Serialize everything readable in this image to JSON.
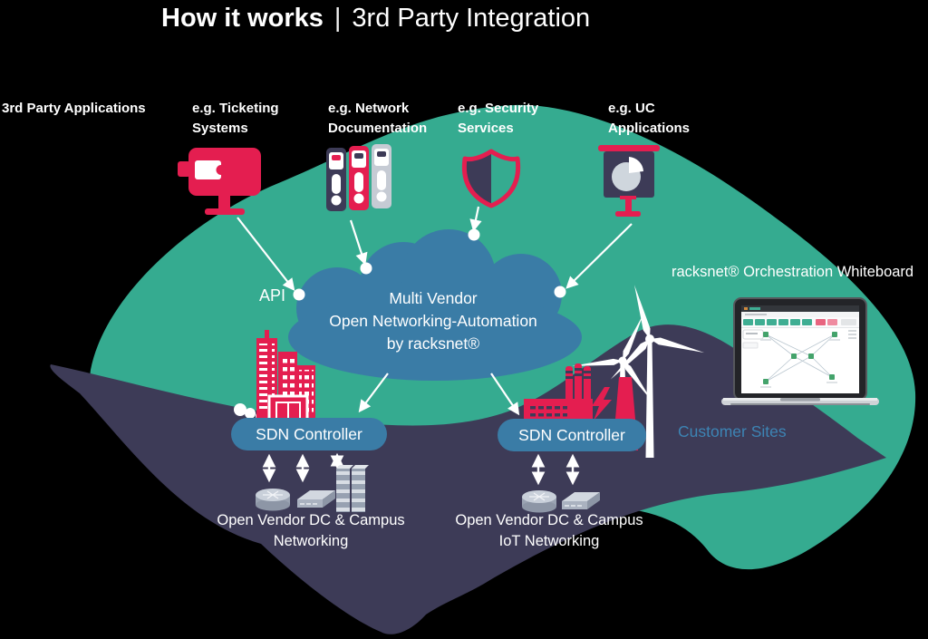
{
  "title": {
    "main": "How it works",
    "separator": "|",
    "sub": "3rd Party Integration"
  },
  "labels": {
    "third_party_apps": "3rd Party Applications",
    "ticketing": {
      "line1": "e.g. Ticketing",
      "line2": "Systems"
    },
    "network_doc": {
      "line1": "e.g. Network",
      "line2": "Documentation"
    },
    "security": {
      "line1": "e.g. Security",
      "line2": "Services"
    },
    "uc": {
      "line1": "e.g. UC",
      "line2": "Applications"
    },
    "api": "API"
  },
  "cloud": {
    "line1": "Multi Vendor",
    "line2": "Open Networking-Automation",
    "line3": "by racksnet®"
  },
  "whiteboard_label": "racksnet® Orchestration Whiteboard",
  "controllers": {
    "left": "SDN Controller",
    "right": "SDN Controller"
  },
  "sites": {
    "customer": "Customer Sites",
    "left_group": {
      "line1": "Open Vendor DC & Campus",
      "line2": "Networking"
    },
    "right_group": {
      "line1": "Open Vendor DC & Campus",
      "line2": "IoT Networking"
    }
  },
  "icons": [
    "ticketing-monitor-icon",
    "ring-binders-icon",
    "security-shield-icon",
    "presentation-pie-icon",
    "cloud-shape",
    "city-buildings-icon",
    "factory-icon",
    "wind-turbine-icon",
    "laptop-icon",
    "router-icon",
    "switch-icon",
    "server-rack-icon"
  ],
  "colors": {
    "background": "#000000",
    "teal": "#35AB90",
    "navy": "#3D3B57",
    "pink": "#E41E50",
    "cloud_blue": "#3A7CA6",
    "customer_sites_blue": "#3D84B4",
    "white": "#FFFFFF",
    "device_gray": "#C3CAD6"
  }
}
